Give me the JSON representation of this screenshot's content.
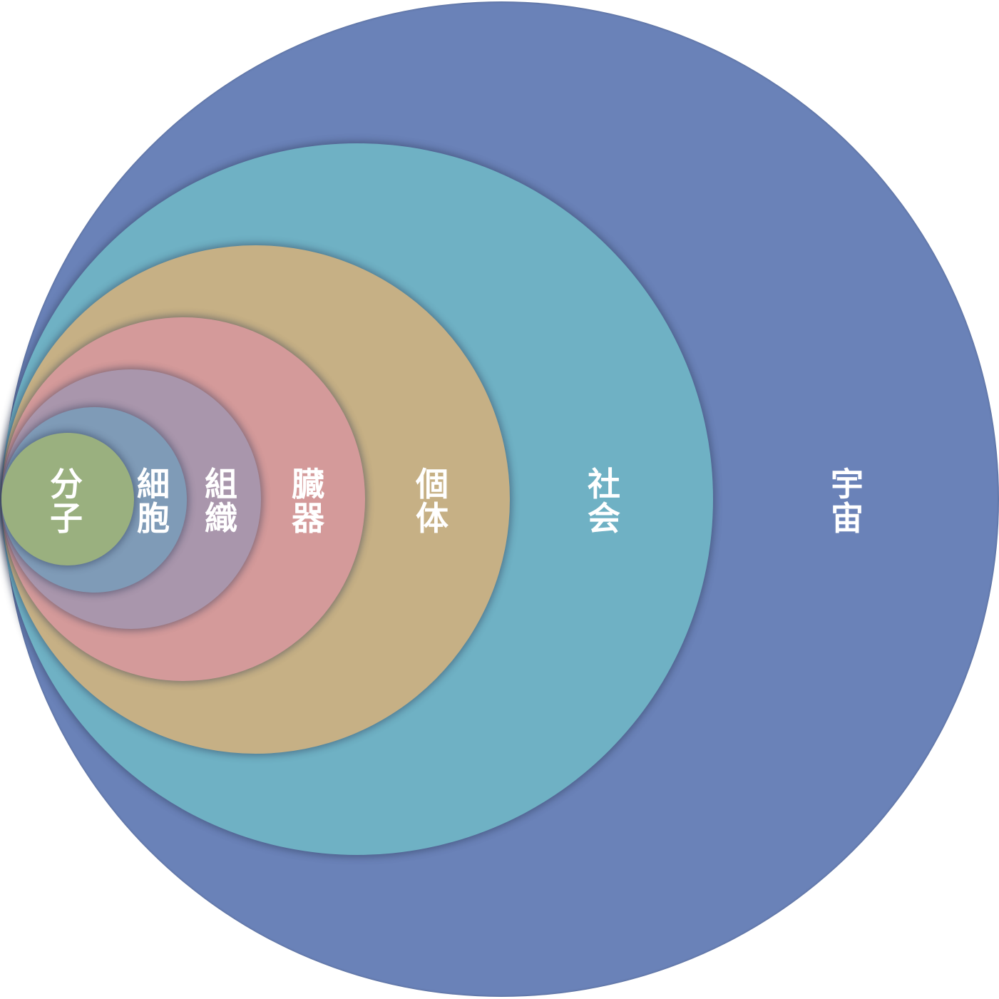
{
  "levels": [
    {
      "id": "universe",
      "label": "宇宙",
      "color": "#6a82b8"
    },
    {
      "id": "society",
      "label": "社会",
      "color": "#6fb1c4"
    },
    {
      "id": "individual",
      "label": "個体",
      "color": "#c6b085"
    },
    {
      "id": "organ",
      "label": "臓器",
      "color": "#d49a9a"
    },
    {
      "id": "tissue",
      "label": "組織",
      "color": "#a996ac"
    },
    {
      "id": "cell",
      "label": "細胞",
      "color": "#7f9bb7"
    },
    {
      "id": "molecule",
      "label": "分子",
      "color": "#9ab07f"
    }
  ]
}
